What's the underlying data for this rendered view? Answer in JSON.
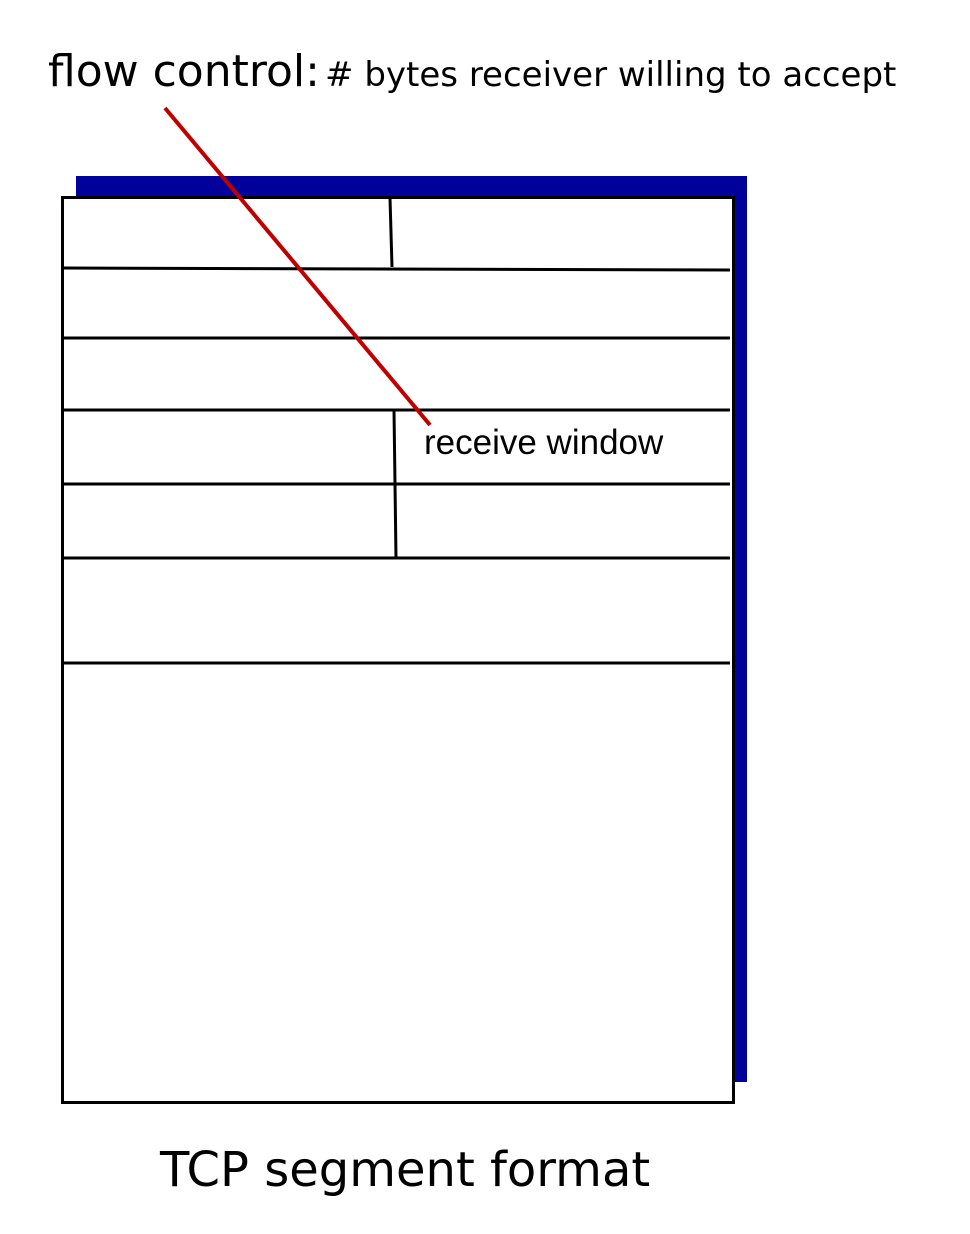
{
  "diagram": {
    "title_lead": "flow control:",
    "title_rest": "# bytes receiver willing to accept",
    "field_label": "receive window",
    "caption": "TCP segment format",
    "colors": {
      "shadow": "#00009a",
      "pointer": "#c00000",
      "outline": "#000000"
    }
  }
}
